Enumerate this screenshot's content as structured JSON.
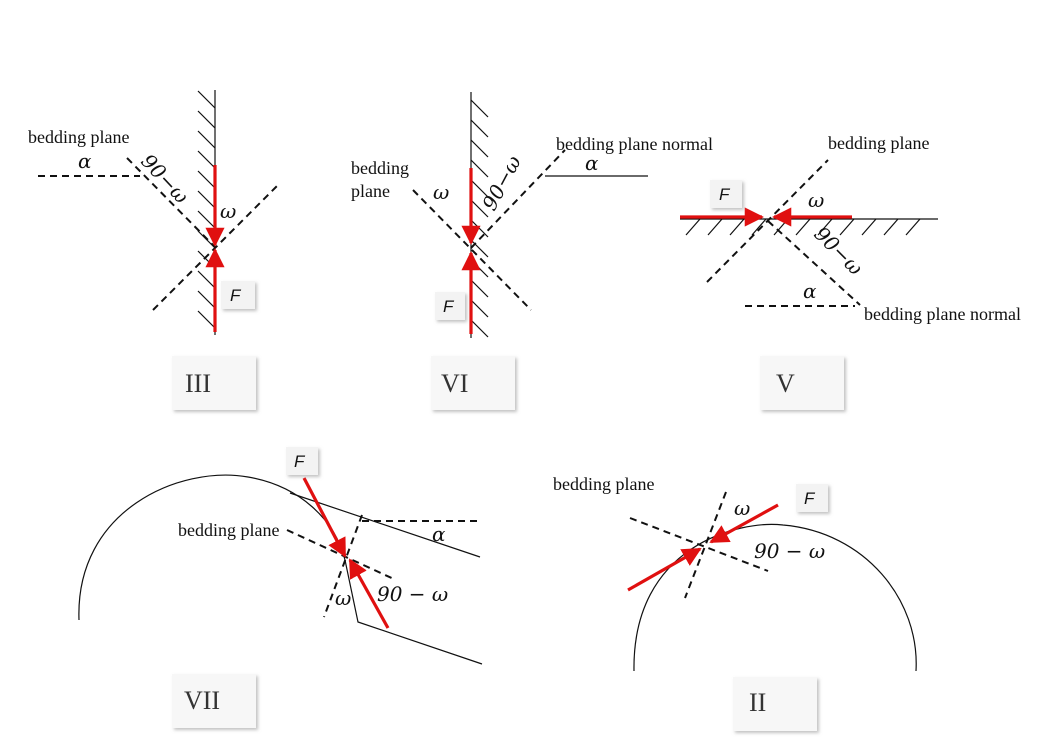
{
  "labels": {
    "bedding_plane": "bedding plane",
    "bedding_plane_normal": "bedding plane normal",
    "bedding": "bedding",
    "plane": "plane",
    "alpha": "α",
    "omega": "ω",
    "ninety_minus_omega": "90 − ω",
    "ninety_minus_omega_tight": "90−ω",
    "force": "F"
  },
  "panels": {
    "p1": {
      "roman": "III"
    },
    "p2": {
      "roman": "VI"
    },
    "p3": {
      "roman": "V"
    },
    "p4": {
      "roman": "VII"
    },
    "p5": {
      "roman": "II"
    }
  },
  "colors": {
    "force": "#e01010",
    "line": "#111111"
  }
}
